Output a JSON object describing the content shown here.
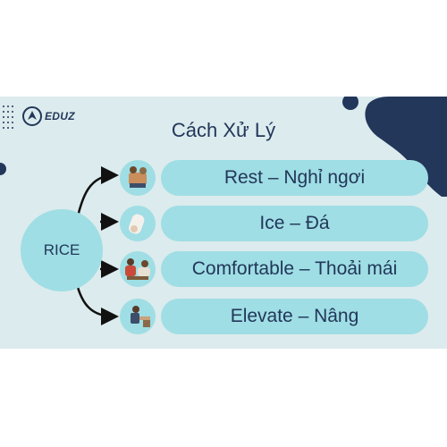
{
  "brand": {
    "logo_text": "EDUZ",
    "logo_icon": "rocket-icon"
  },
  "title": "Cách Xử Lý",
  "center_label": "RICE",
  "items": [
    {
      "label": "Rest – Nghỉ ngơi",
      "icon": "resting-person-icon"
    },
    {
      "label": "Ice – Đá",
      "icon": "ice-pack-icon"
    },
    {
      "label": "Comfortable – Thoải mái",
      "icon": "care-person-icon"
    },
    {
      "label": "Elevate – Nâng",
      "icon": "elevated-leg-icon"
    }
  ],
  "colors": {
    "background": "#dcebed",
    "pill": "#9fdee4",
    "text": "#22375a",
    "accent_dark": "#22375a"
  }
}
